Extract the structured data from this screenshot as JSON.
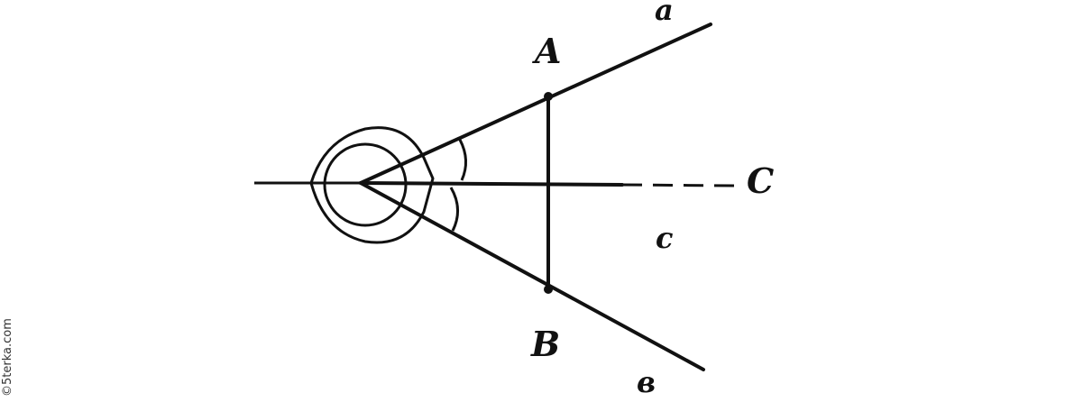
{
  "labels": {
    "a": "a",
    "A": "A",
    "C": "C",
    "c": "c",
    "B": "B",
    "b": "в"
  },
  "watermark": "©5terka.com",
  "colors": {
    "ink": "#111111",
    "background": "#ffffff"
  }
}
